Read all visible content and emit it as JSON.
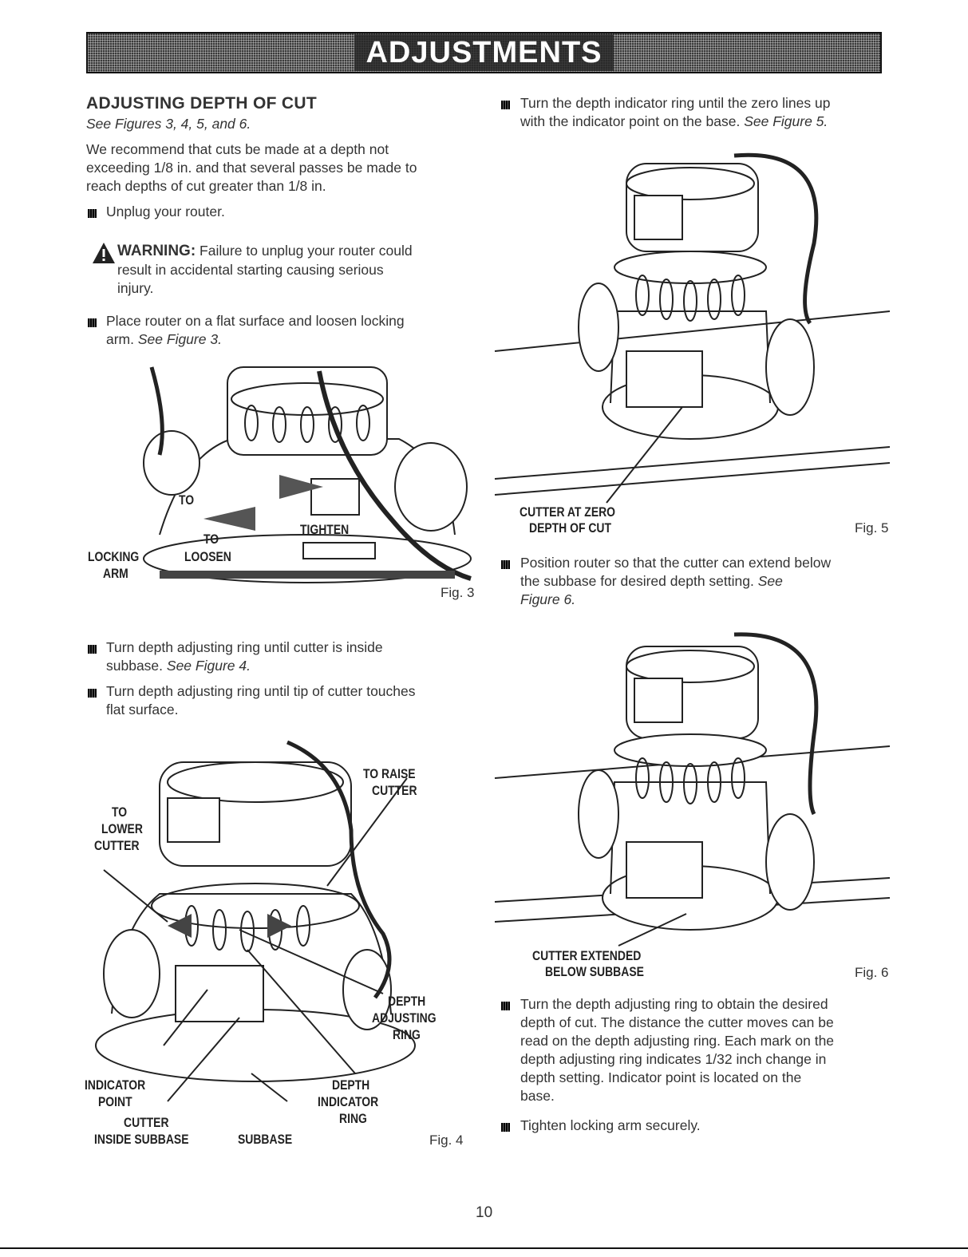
{
  "banner": {
    "title": "ADJUSTMENTS"
  },
  "left": {
    "heading": "ADJUSTING DEPTH OF CUT",
    "see_figures": "See Figures 3, 4, 5, and 6.",
    "intro": [
      "We recommend that cuts be made at a depth not",
      "exceeding 1/8 in. and that several passes be made to",
      "reach depths of cut greater than 1/8 in."
    ],
    "step_unplug": "Unplug your router.",
    "warning_label": "WARNING:",
    "warning_text": [
      "Failure to unplug your router could",
      "result in accidental starting causing serious",
      "injury."
    ],
    "step_place": [
      "Place router on a flat surface and loosen locking"
    ],
    "step_place_line2_plain": "arm.",
    "step_place_line2_ref": "See Figure 3.",
    "step_inside": "Turn depth adjusting ring until cutter is inside",
    "step_inside_line2_plain": "subbase.",
    "step_inside_line2_ref": "See Figure 4.",
    "step_touch": [
      "Turn depth adjusting ring until tip of cutter touches",
      "flat surface."
    ]
  },
  "fig3": {
    "num": "Fig. 3",
    "labels": {
      "locking": "LOCKING",
      "arm": "ARM",
      "to_loosen_1": "TO",
      "to_loosen_2": "LOOSEN",
      "to_tighten_1": "TO",
      "to_tighten_2": "TIGHTEN"
    }
  },
  "fig4": {
    "num": "Fig. 4",
    "labels": {
      "to_lower": [
        "TO",
        "LOWER",
        "CUTTER"
      ],
      "to_raise": [
        "TO RAISE",
        "CUTTER"
      ],
      "depth_adjusting_ring": [
        "DEPTH",
        "ADJUSTING",
        "RING"
      ],
      "indicator_point": [
        "INDICATOR",
        "POINT"
      ],
      "depth_indicator_ring": [
        "DEPTH",
        "INDICATOR",
        "RING"
      ],
      "cutter_inside": [
        "CUTTER",
        "INSIDE SUBBASE"
      ],
      "subbase": "SUBBASE"
    }
  },
  "right": {
    "step_zero_line1": "Turn the depth indicator ring until the zero lines up",
    "step_zero_line2_plain": "with the indicator point on the base.",
    "step_zero_line2_ref": "See Figure 5.",
    "step_position": [
      "Position router so that the cutter can extend below"
    ],
    "step_position_line2_plain": "the subbase for desired depth setting.",
    "step_position_line2_ref": "See",
    "step_position_line3_ref": "Figure 6.",
    "step_obtain": [
      "Turn the depth adjusting ring to obtain the desired",
      "depth of cut. The distance the cutter moves can be",
      "read on the depth adjusting ring. Each mark on the",
      "depth adjusting ring indicates 1/32 inch change in",
      "depth setting. Indicator point is located on the",
      "base."
    ],
    "step_tighten": "Tighten locking arm securely."
  },
  "fig5": {
    "num": "Fig. 5",
    "labels": [
      "CUTTER AT ZERO",
      "DEPTH OF CUT"
    ]
  },
  "fig6": {
    "num": "Fig. 6",
    "labels": [
      "CUTTER EXTENDED",
      "BELOW SUBBASE"
    ]
  },
  "page_number": "10",
  "icons": [
    "warning-triangle-icon",
    "bullet-square-icon"
  ]
}
